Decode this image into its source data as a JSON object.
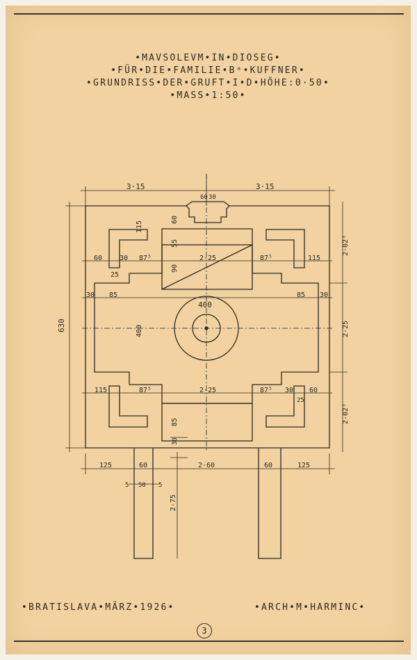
{
  "title_lines": [
    "•MAVSOLEVM•IN•DIOSEG•",
    "•FÜR•DIE•FAMILIE•Bᵃ•KUFFNER•",
    "•GRUNDRISS•DER•GRUFT•I•D•HÖHE:0·50•",
    "•MASS•1:50•"
  ],
  "footer": {
    "place_date": "•BRATISLAVA•MÄRZ•1926•",
    "architect": "•ARCH•M•HARMINC•",
    "sheet_number": "3"
  },
  "dimensions": {
    "top_left": "3·15",
    "top_right": "3·15",
    "top_60": "60",
    "top_30": "30",
    "total_height": "630",
    "circle": "400",
    "d115_tl": "115",
    "d60_c": "60",
    "d55": "55",
    "d90": "90",
    "d60_left": "60",
    "d30_left": "30",
    "d875_tl": "87⁵",
    "d225_top": "2·25",
    "d875_tr": "87⁵",
    "d115_r": "115",
    "d25_tl": "25",
    "d30_l2": "30",
    "d85_l": "85",
    "d85_r": "85",
    "d30_r": "30",
    "d400_v": "400",
    "d2025_top": "2·02⁵",
    "d225_r": "2·25",
    "d2025_bot": "2·02⁵",
    "d115_bl": "115",
    "d875_bl": "87⁵",
    "d225_bot": "2·25",
    "d875_br": "87⁵",
    "d30_br": "30",
    "d60_br": "60",
    "d25_br": "25",
    "d85_b": "85",
    "d30_b": "30",
    "d125_l": "125",
    "d60_bl": "60",
    "d260": "2·60",
    "d60_br2": "60",
    "d125_r": "125",
    "d5_a": "5",
    "d50": "50",
    "d5_b": "5",
    "d275": "2·75"
  }
}
